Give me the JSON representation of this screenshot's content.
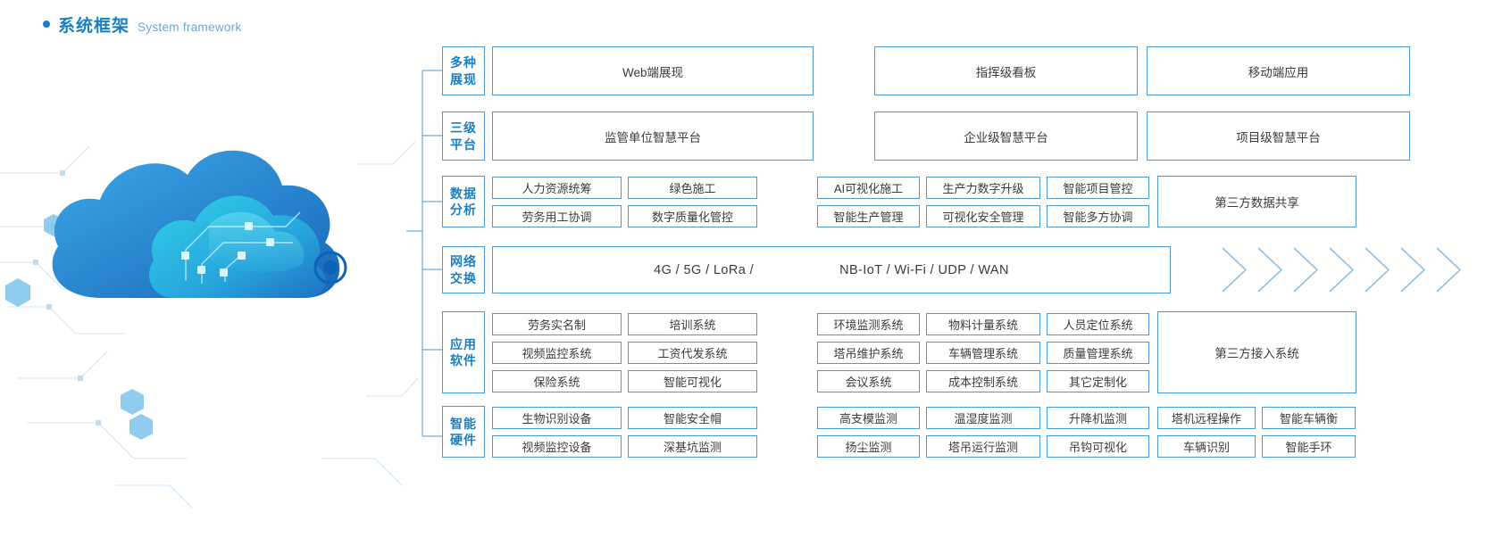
{
  "heading": {
    "bullet": "bullet-dot",
    "title_cn": "系统框架",
    "title_en": "System framework",
    "accent": "#1a7fc1"
  },
  "artwork": {
    "name": "cloud-computing-illustration",
    "node_label": "network-node"
  },
  "colors": {
    "border": "#4a9ad4",
    "label_text": "#1a7fc1",
    "body_text": "#3b3b3b",
    "chevron": "#8fc0e4"
  },
  "rows": [
    {
      "id": "presentation",
      "label": "多种\n展现",
      "label_line1": "多种",
      "label_line2": "展现",
      "type": "wide",
      "boxes": [
        {
          "text": "Web端展现"
        },
        {
          "text": "指挥级看板"
        },
        {
          "text": "移动端应用"
        }
      ]
    },
    {
      "id": "platform",
      "label_line1": "三级",
      "label_line2": "平台",
      "type": "wide",
      "boxes": [
        {
          "text": "监管单位智慧平台"
        },
        {
          "text": "企业级智慧平台"
        },
        {
          "text": "项目级智慧平台"
        }
      ]
    },
    {
      "id": "data-analysis",
      "label_line1": "数据",
      "label_line2": "分析",
      "type": "grid",
      "group_left": [
        [
          "人力资源统筹",
          "绿色施工"
        ],
        [
          "劳务用工协调",
          "数字质量化管控"
        ]
      ],
      "group_right": [
        [
          "AI可视化施工",
          "生产力数字升级",
          "智能项目管控"
        ],
        [
          "智能生产管理",
          "可视化安全管理",
          "智能多方协调"
        ]
      ],
      "third_party": "第三方数据共享"
    },
    {
      "id": "network",
      "label_line1": "网络",
      "label_line2": "交换",
      "type": "network",
      "text_left": "4G / 5G / LoRa /",
      "text_right": "NB-IoT / Wi-Fi / UDP / WAN",
      "chevron_count": 7
    },
    {
      "id": "application-software",
      "label_line1": "应用",
      "label_line2": "软件",
      "type": "grid",
      "group_left": [
        [
          "劳务实名制",
          "培训系统"
        ],
        [
          "视频监控系统",
          "工资代发系统"
        ],
        [
          "保险系统",
          "智能可视化"
        ]
      ],
      "group_right": [
        [
          "环境监测系统",
          "物料计量系统",
          "人员定位系统"
        ],
        [
          "塔吊维护系统",
          "车辆管理系统",
          "质量管理系统"
        ],
        [
          "会议系统",
          "成本控制系统",
          "其它定制化"
        ]
      ],
      "third_party": "第三方接入系统"
    },
    {
      "id": "smart-hardware",
      "label_line1": "智能",
      "label_line2": "硬件",
      "type": "hardware",
      "group_left": [
        [
          "生物识别设备",
          "智能安全帽"
        ],
        [
          "视频监控设备",
          "深基坑监测"
        ]
      ],
      "group_right": [
        [
          "高支模监测",
          "温湿度监测",
          "升降机监测"
        ],
        [
          "扬尘监测",
          "塔吊运行监测",
          "吊钩可视化"
        ]
      ],
      "group_far": [
        [
          "塔机远程操作",
          "智能车辆衡"
        ],
        [
          "车辆识别",
          "智能手环"
        ]
      ]
    }
  ]
}
